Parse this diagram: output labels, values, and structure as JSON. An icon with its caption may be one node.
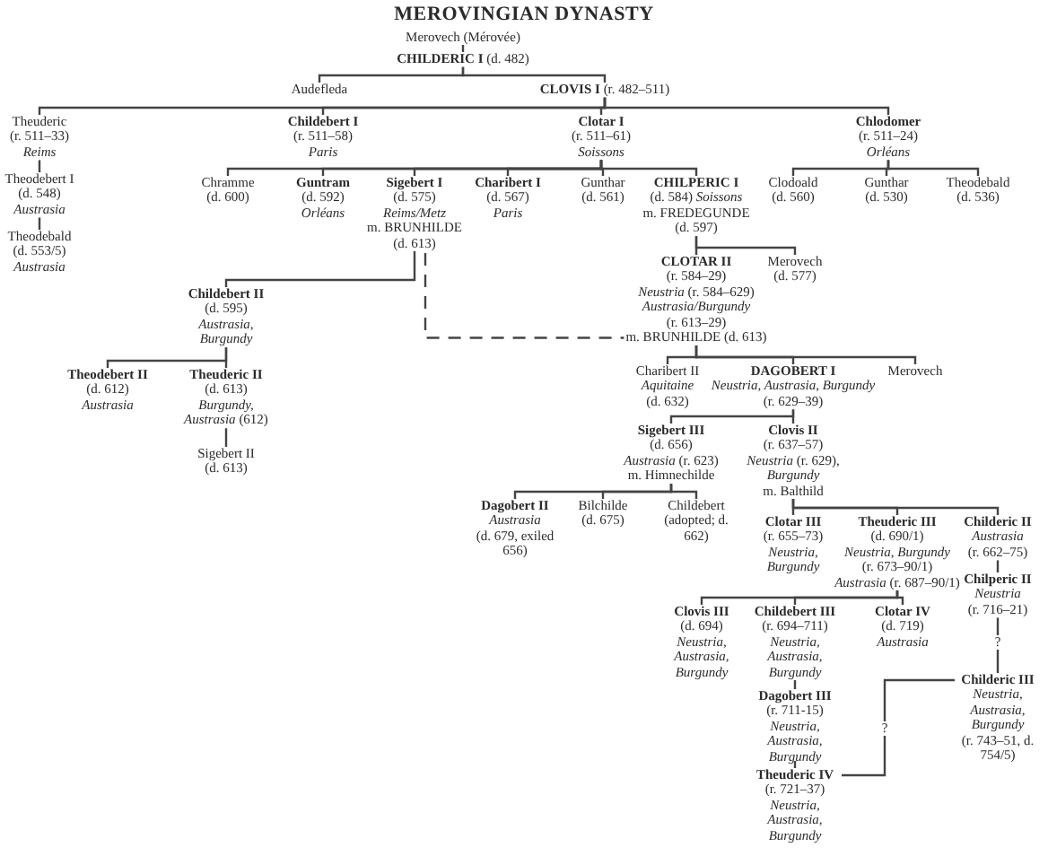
{
  "diagram": {
    "title": "MEROVINGIAN DYNASTY",
    "nodes": [
      {
        "text": [
          "Merovech (Mérovée)"
        ]
      },
      {
        "text": [
          "**CHILDERIC I** (d. 482)"
        ]
      },
      {
        "text": [
          "Audefleda"
        ]
      },
      {
        "text": [
          "**CLOVIS I** (r. 482–511)"
        ]
      },
      {
        "text": [
          "Theuderic",
          "(r. 511–33)",
          "Reims"
        ]
      },
      {
        "text": [
          "Theodebert I",
          "(d. 548)",
          "Austrasia"
        ]
      },
      {
        "text": [
          "Theodebald",
          "(d. 553/5)",
          "Austrasia"
        ]
      },
      {
        "text": [
          "Childebert I",
          "(r. 511–58)",
          "Paris"
        ]
      },
      {
        "text": [
          "Clotar I",
          "(r. 511–61)",
          "Soissons"
        ]
      },
      {
        "text": [
          "Chlodomer",
          "(r. 511–24)",
          "Orléans"
        ]
      },
      {
        "text": [
          "Chramme",
          "(d. 600)"
        ]
      },
      {
        "text": [
          "Guntram",
          "(d. 592)",
          "Orléans"
        ]
      },
      {
        "text": [
          "Sigebert I",
          "(d. 575)",
          "Reims/Metz",
          "m. BRUNHILDE (d. 613)"
        ]
      },
      {
        "text": [
          "Charibert I",
          "(d. 567)",
          "Paris"
        ]
      },
      {
        "text": [
          "Gunthar",
          "(d. 561)"
        ]
      },
      {
        "text": [
          "CHILPERIC I",
          "(d. 584) *Soissons*",
          "m. FREDEGUNDE (d. 597)"
        ]
      },
      {
        "text": [
          "Clodoald",
          "(d. 560)"
        ]
      },
      {
        "text": [
          "Gunthar",
          "(d. 530)"
        ]
      },
      {
        "text": [
          "Theodebald",
          "(d. 536)"
        ]
      },
      {
        "text": [
          "CLOTAR II",
          "(r. 584–29)",
          "*Neustria* (r. 584–629)",
          "Austrasia/Burgundy",
          "(r. 613–29)",
          "m. BRUNHILDE (d. 613)"
        ]
      },
      {
        "text": [
          "Merovech",
          "(d. 577)"
        ]
      },
      {
        "text": [
          "Childebert II",
          "(d. 595)",
          "Austrasia, Burgundy"
        ]
      },
      {
        "text": [
          "Theodebert II",
          "(d. 612)",
          "Austrasia"
        ]
      },
      {
        "text": [
          "Theuderic II",
          "(d. 613)",
          "*Burgundy, Austrasia* (612)"
        ]
      },
      {
        "text": [
          "Sigebert II",
          "(d. 613)"
        ]
      },
      {
        "text": [
          "Charibert II",
          "Aquitaine",
          "(d. 632)"
        ]
      },
      {
        "text": [
          "DAGOBERT I",
          "Neustria, Austrasia, Burgundy",
          "(r. 629–39)"
        ]
      },
      {
        "text": [
          "Merovech"
        ]
      },
      {
        "text": [
          "Sigebert III",
          "(d. 656)",
          "*Austrasia* (r. 623)",
          "m. Himnechilde"
        ]
      },
      {
        "text": [
          "Clovis II",
          "(r. 637–57)",
          "*Neustria* (r. 629), *Burgundy*",
          "m. Balthild"
        ]
      },
      {
        "text": [
          "Dagobert II",
          "Austrasia",
          "(d. 679, exiled 656)"
        ]
      },
      {
        "text": [
          "Bilchilde",
          "(d. 675)"
        ]
      },
      {
        "text": [
          "Childebert",
          "(adopted; d. 662)"
        ]
      },
      {
        "text": [
          "Clotar III",
          "(r. 655–73)",
          "Neustria, Burgundy"
        ]
      },
      {
        "text": [
          "Theuderic III",
          "(d. 690/1)",
          "Neustria, Burgundy",
          "(r. 673–90/1)",
          "*Austrasia* (r. 687–90/1)"
        ]
      },
      {
        "text": [
          "Childeric II",
          "Austrasia",
          "(r. 662–75)"
        ]
      },
      {
        "text": [
          "Chilperic II",
          "Neustria",
          "(r. 716–21)"
        ]
      },
      {
        "text": [
          "Childeric III",
          "Neustria, Austrasia, Burgundy",
          "(r. 743–51, d. 754/5)"
        ]
      },
      {
        "text": [
          "Clovis III",
          "(d. 694)",
          "Neustria, Austrasia, Burgundy"
        ]
      },
      {
        "text": [
          "Childebert III",
          "(r. 694–711)",
          "Neustria, Austrasia, Burgundy"
        ]
      },
      {
        "text": [
          "Clotar IV",
          "(d. 719)",
          "Austrasia"
        ]
      },
      {
        "text": [
          "Dagobert III",
          "(r. 711-15)",
          "Neustria, Austrasia, Burgundy"
        ]
      },
      {
        "text": [
          "Theuderic IV",
          "(r. 721–37)",
          "Neustria, Austrasia, Burgundy"
        ]
      }
    ],
    "edges": [
      {
        "from": 0,
        "to": 1,
        "arrow": "none"
      },
      {
        "from": 1,
        "to": 2,
        "arrow": "none"
      },
      {
        "from": 1,
        "to": 3,
        "arrow": "none"
      },
      {
        "from": 3,
        "to": 4,
        "arrow": "none"
      },
      {
        "from": 3,
        "to": 7,
        "arrow": "none"
      },
      {
        "from": 3,
        "to": 8,
        "arrow": "none"
      },
      {
        "from": 3,
        "to": 9,
        "arrow": "none"
      },
      {
        "from": 4,
        "to": 5,
        "arrow": "none"
      },
      {
        "from": 5,
        "to": 6,
        "arrow": "none"
      },
      {
        "from": 8,
        "to": 10,
        "arrow": "none"
      },
      {
        "from": 8,
        "to": 11,
        "arrow": "none"
      },
      {
        "from": 8,
        "to": 12,
        "arrow": "none"
      },
      {
        "from": 8,
        "to": 13,
        "arrow": "none"
      },
      {
        "from": 8,
        "to": 14,
        "arrow": "none"
      },
      {
        "from": 8,
        "to": 15,
        "arrow": "none"
      },
      {
        "from": 9,
        "to": 16,
        "arrow": "none"
      },
      {
        "from": 9,
        "to": 17,
        "arrow": "none"
      },
      {
        "from": 9,
        "to": 18,
        "arrow": "none"
      },
      {
        "from": 15,
        "to": 19,
        "arrow": "none"
      },
      {
        "from": 15,
        "to": 20,
        "arrow": "none"
      },
      {
        "from": 12,
        "to": 21,
        "arrow": "none"
      },
      {
        "from": 12,
        "to": 19,
        "arrow": "none",
        "style": "dashed"
      },
      {
        "from": 21,
        "to": 22,
        "arrow": "none"
      },
      {
        "from": 21,
        "to": 23,
        "arrow": "none"
      },
      {
        "from": 23,
        "to": 24,
        "arrow": "none"
      },
      {
        "from": 19,
        "to": 25,
        "arrow": "none"
      },
      {
        "from": 19,
        "to": 26,
        "arrow": "none"
      },
      {
        "from": 19,
        "to": 27,
        "arrow": "none"
      },
      {
        "from": 26,
        "to": 28,
        "arrow": "none"
      },
      {
        "from": 26,
        "to": 29,
        "arrow": "none"
      },
      {
        "from": 28,
        "to": 30,
        "arrow": "none"
      },
      {
        "from": 28,
        "to": 31,
        "arrow": "none"
      },
      {
        "from": 28,
        "to": 32,
        "arrow": "none"
      },
      {
        "from": 29,
        "to": 33,
        "arrow": "none"
      },
      {
        "from": 29,
        "to": 34,
        "arrow": "none"
      },
      {
        "from": 29,
        "to": 35,
        "arrow": "none"
      },
      {
        "from": 35,
        "to": 36,
        "arrow": "none"
      },
      {
        "from": 36,
        "to": 37,
        "arrow": "none",
        "label": "?"
      },
      {
        "from": 34,
        "to": 38,
        "arrow": "none"
      },
      {
        "from": 34,
        "to": 39,
        "arrow": "none"
      },
      {
        "from": 34,
        "to": 40,
        "arrow": "none"
      },
      {
        "from": 39,
        "to": 41,
        "arrow": "none"
      },
      {
        "from": 41,
        "to": 42,
        "arrow": "none"
      },
      {
        "from": 42,
        "to": 37,
        "arrow": "none",
        "label": "?"
      }
    ]
  }
}
